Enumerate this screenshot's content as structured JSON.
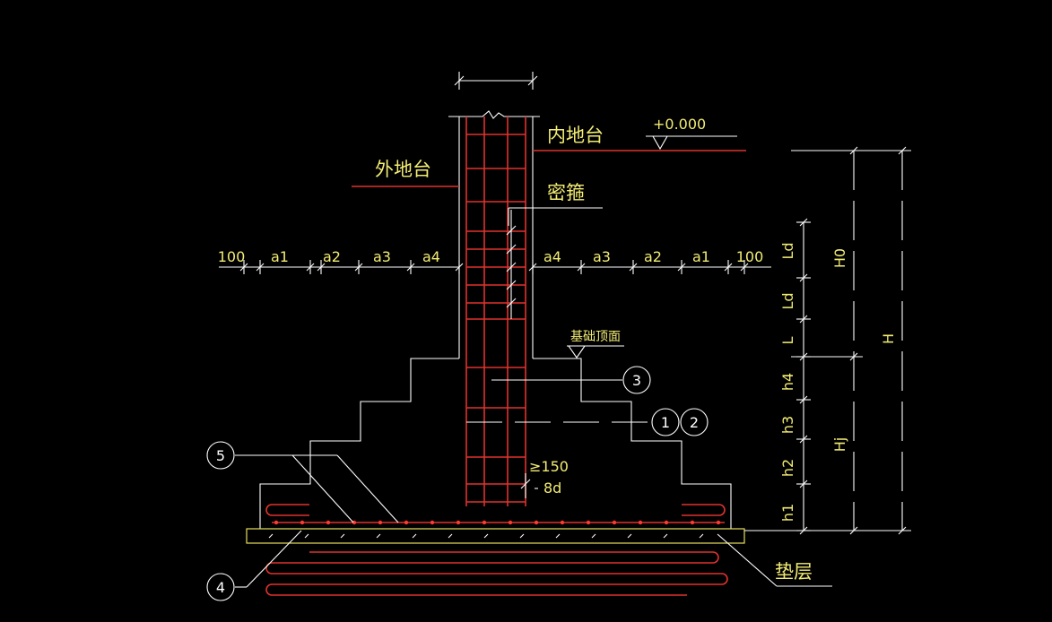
{
  "labels": {
    "outer_ground": "外地台",
    "inner_ground": "内地台",
    "dense_stirrup": "密箍",
    "foundation_top": "基础顶面",
    "cushion": "垫层",
    "elevation": "+0.000",
    "min_150": "≥150",
    "eight_d": "8d"
  },
  "horizontal_dims_left": [
    "100",
    "a1",
    "a2",
    "a3",
    "a4"
  ],
  "horizontal_dims_right": [
    "a4",
    "a3",
    "a2",
    "a1",
    "100"
  ],
  "vertical_dims": [
    "Ld",
    "Ld",
    "L",
    "h4",
    "h3",
    "h2",
    "h1"
  ],
  "outer_dims": [
    "H0",
    "H",
    "Hj"
  ],
  "callouts": [
    "1",
    "2",
    "3",
    "4",
    "5"
  ],
  "colors": {
    "background": "#000000",
    "lines": "#e6e05a",
    "rebar": "#e0322e",
    "dims": "#ffffff"
  }
}
